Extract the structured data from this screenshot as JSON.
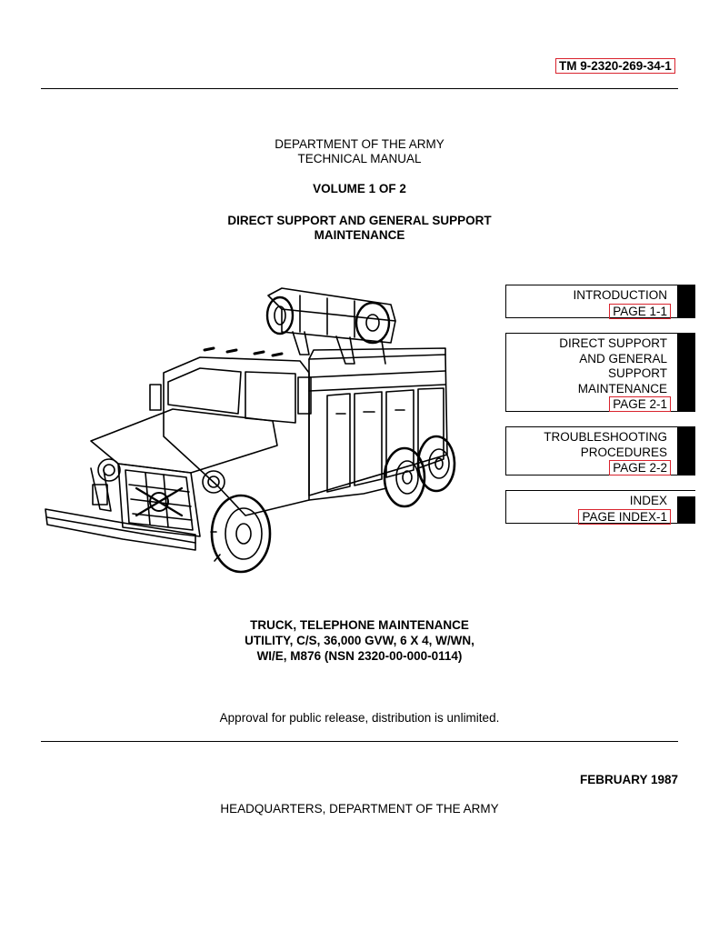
{
  "header": {
    "tm_number": "TM 9-2320-269-34-1"
  },
  "title_block": {
    "line1": "DEPARTMENT OF THE ARMY",
    "line2": "TECHNICAL MANUAL",
    "volume": "VOLUME 1 OF 2",
    "subject_line1": "DIRECT SUPPORT AND GENERAL SUPPORT",
    "subject_line2": "MAINTENANCE"
  },
  "tabs": [
    {
      "lines": [
        "INTRODUCTION"
      ],
      "link": "PAGE 1-1"
    },
    {
      "lines": [
        "DIRECT SUPPORT",
        "AND GENERAL",
        "SUPPORT",
        "MAINTENANCE"
      ],
      "link": "PAGE 2-1"
    },
    {
      "lines": [
        "TROUBLESHOOTING",
        "PROCEDURES"
      ],
      "link": "PAGE 2-2"
    },
    {
      "lines": [
        "INDEX"
      ],
      "link": "PAGE INDEX-1"
    }
  ],
  "vehicle": {
    "line1": "TRUCK, TELEPHONE MAINTENANCE",
    "line2": "UTILITY, C/S, 36,000 GVW, 6 X 4, W/WN,",
    "line3": "WI/E, M876 (NSN 2320-00-000-0114)"
  },
  "distribution": "Approval for public release, distribution is unlimited.",
  "date": "FEBRUARY 1987",
  "footer": "HEADQUARTERS, DEPARTMENT OF THE ARMY",
  "colors": {
    "link_border": "#d9232d",
    "text": "#000000"
  }
}
